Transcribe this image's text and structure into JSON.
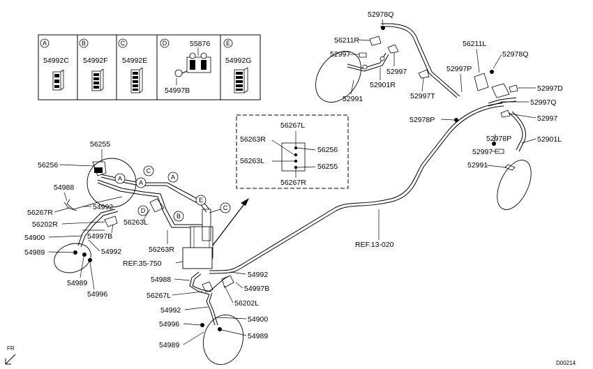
{
  "legend": {
    "items": [
      {
        "letter": "A",
        "part": "54992C"
      },
      {
        "letter": "B",
        "part": "54992F"
      },
      {
        "letter": "C",
        "part": "54992E"
      },
      {
        "letter": "D",
        "part": "55876",
        "extra": "54997B"
      },
      {
        "letter": "E",
        "part": "54992G"
      }
    ]
  },
  "detail": {
    "top": "56267L",
    "bottom": "56267R",
    "left_upper": "56263R",
    "left_lower": "56263L",
    "right_upper": "56256",
    "right_lower": "56255"
  },
  "callouts": {
    "c1": "A",
    "c2": "C",
    "c3": "A",
    "c4": "A",
    "c5": "D",
    "c6": "B",
    "c7": "E",
    "c8": "C"
  },
  "labels": {
    "p52978Q_top": "52978Q",
    "p56211R": "56211R",
    "p52997_a": "52997",
    "p52997_b": "52997",
    "p52991_a": "52991",
    "p52901R": "52901R",
    "p52997T": "52997T",
    "p56211L": "56211L",
    "p52978Q_right": "52978Q",
    "p52997P": "52997P",
    "p52997D": "52997D",
    "p52997Q": "52997Q",
    "p52997_c": "52997",
    "p52978P_a": "52978P",
    "p52978P_b": "52978P",
    "p52901L": "52901L",
    "p52997_d": "52997",
    "p52991_b": "52991",
    "p56255": "56255",
    "p56256": "56256",
    "p54988_a": "54988",
    "p54992_a": "54992",
    "p56267R": "56267R",
    "p56202R": "56202R",
    "p56263L": "56263L",
    "p54997B_a": "54997B",
    "p54900_a": "54900",
    "p54992_b": "54992",
    "p54989_a": "54989",
    "p54989_b": "54989",
    "p54996_a": "54996",
    "p56263R": "56263R",
    "ref35": "REF.35-750",
    "ref13": "REF.13-020",
    "p54992_c": "54992",
    "p54988_b": "54988",
    "p54997B_b": "54997B",
    "p56267L": "56267L",
    "p56202L": "56202L",
    "p54992_d": "54992",
    "p54900_b": "54900",
    "p54996_b": "54996",
    "p54989_c": "54989",
    "p54989_d": "54989",
    "fr": "FR",
    "figcode": "D00214"
  }
}
